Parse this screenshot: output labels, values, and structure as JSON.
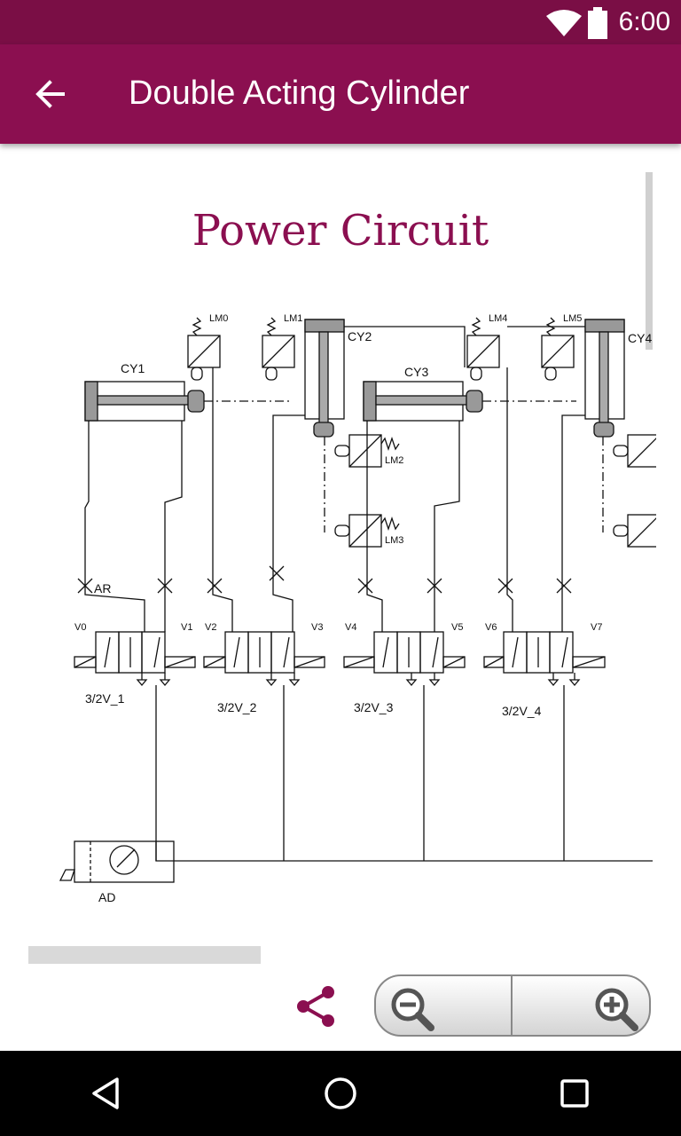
{
  "status_bar": {
    "time": "6:00"
  },
  "app_bar": {
    "title": "Double Acting Cylinder"
  },
  "content": {
    "heading": "Power Circuit",
    "diagram_labels": {
      "cy1": "CY1",
      "cy2": "CY2",
      "cy3": "CY3",
      "cy4": "CY4",
      "lm0": "LM0",
      "lm1": "LM1",
      "lm2": "LM2",
      "lm3": "LM3",
      "lm4": "LM4",
      "lm5": "LM5",
      "ar": "AR",
      "v0": "V0",
      "v1": "V1",
      "v2": "V2",
      "v3": "V3",
      "v4": "V4",
      "v5": "V5",
      "v6": "V6",
      "v7": "V7",
      "valve1": "3/2V_1",
      "valve2": "3/2V_2",
      "valve3": "3/2V_3",
      "valve4": "3/2V_4",
      "ad": "AD"
    }
  },
  "icons": {
    "back": "arrow-back-icon",
    "share": "share-icon",
    "zoom_out": "zoom-out-icon",
    "zoom_in": "zoom-in-icon",
    "wifi": "wifi-icon",
    "battery": "battery-icon",
    "nav_back": "nav-back-icon",
    "nav_home": "nav-home-icon",
    "nav_recents": "nav-recents-icon"
  },
  "colors": {
    "primary": "#8b0f50",
    "primary_dark": "#7a0e45"
  }
}
